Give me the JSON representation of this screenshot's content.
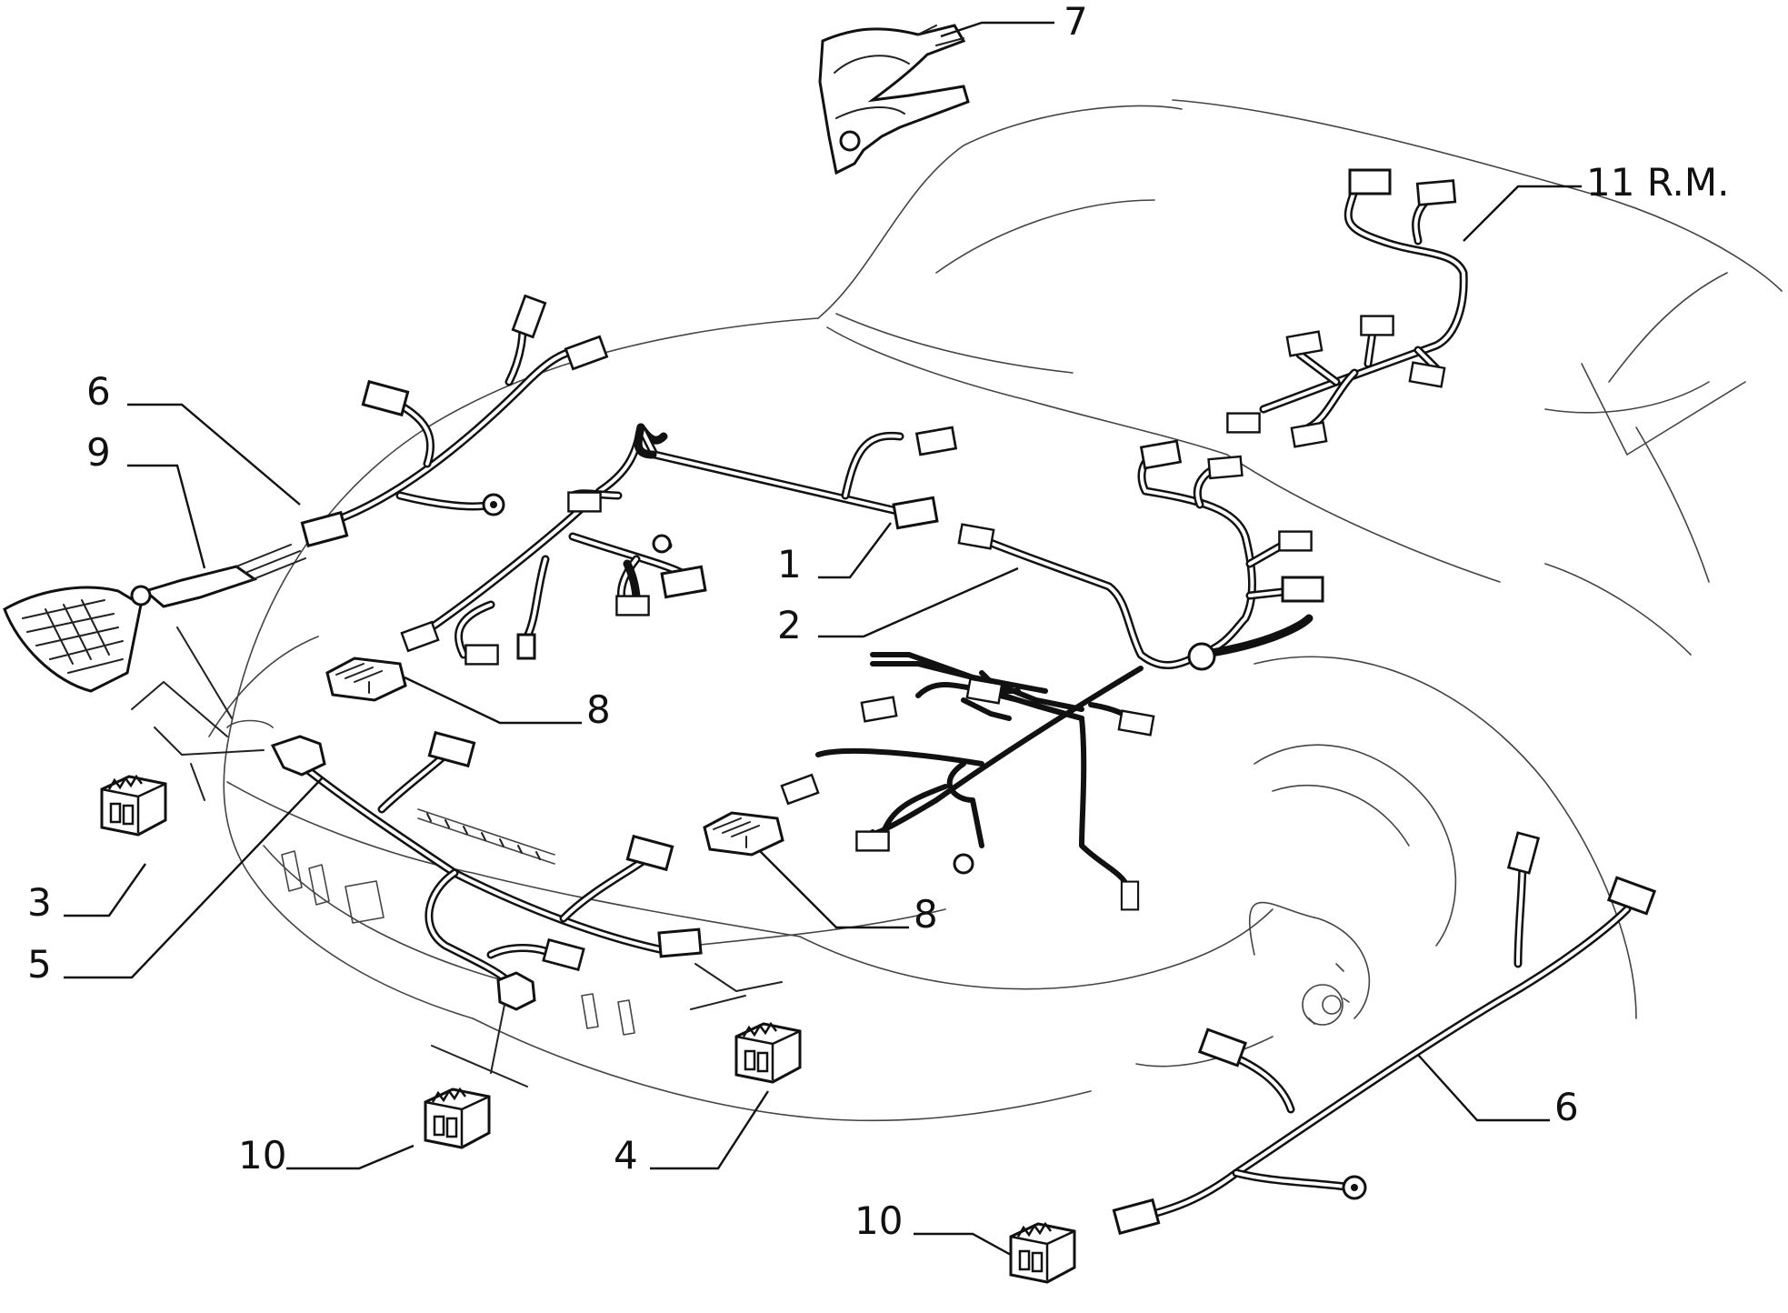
{
  "labels": {
    "l1": "1",
    "l2": "2",
    "l3": "3",
    "l4": "4",
    "l5": "5",
    "l6a": "6",
    "l6b": "6",
    "l7": "7",
    "l8a": "8",
    "l8b": "8",
    "l9": "9",
    "l10a": "10",
    "l10b": "10",
    "l11": "11  R.M."
  }
}
